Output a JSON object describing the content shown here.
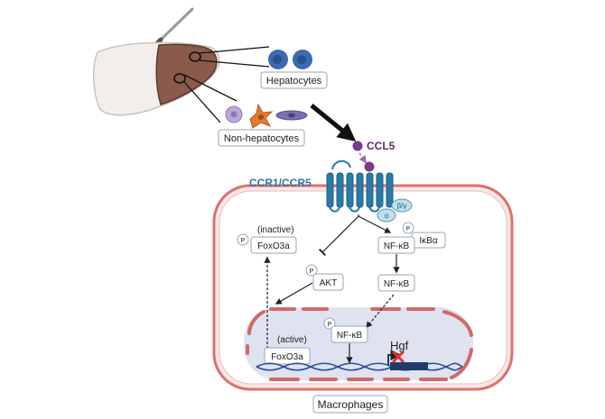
{
  "labels": {
    "hepatocytes": "Hepatocytes",
    "non_hepatocytes": "Non-hepatocytes",
    "ccl5": "CCL5",
    "receptor": "CCR1/CCR5",
    "g_alpha": "α",
    "g_betagamma": "β/γ",
    "foxo3a_inactive_state": "(inactive)",
    "foxo3a_inactive": "FoxO3a",
    "ikba": "IκBα",
    "nfkb_complex": "NF-κB",
    "akt": "AKT",
    "nfkb_free": "NF-κB",
    "nfkb_nuclear": "NF-κB",
    "foxo3a_active_state": "(active)",
    "foxo3a_active": "FoxO3a",
    "hgf": "Hgf",
    "macrophages": "Macrophages",
    "phospho": "P"
  },
  "colors": {
    "liver": "#8a5a4a",
    "liver_light": "#f2efea",
    "hepatocyte": "#3a6ab0",
    "ccl5": "#7a3a8a",
    "receptor": "#2a7aa8",
    "cell_border": "#e0706c",
    "nucleus_fill": "#dfe3ef",
    "nucleus_border": "#d06a6a",
    "dna": "#2a4a9a",
    "inhibit_x": "#e03030"
  },
  "icons": [
    "scalpel-icon",
    "liver-icon",
    "phosphate-icon",
    "dna-helix-icon",
    "transcription-block-icon"
  ]
}
